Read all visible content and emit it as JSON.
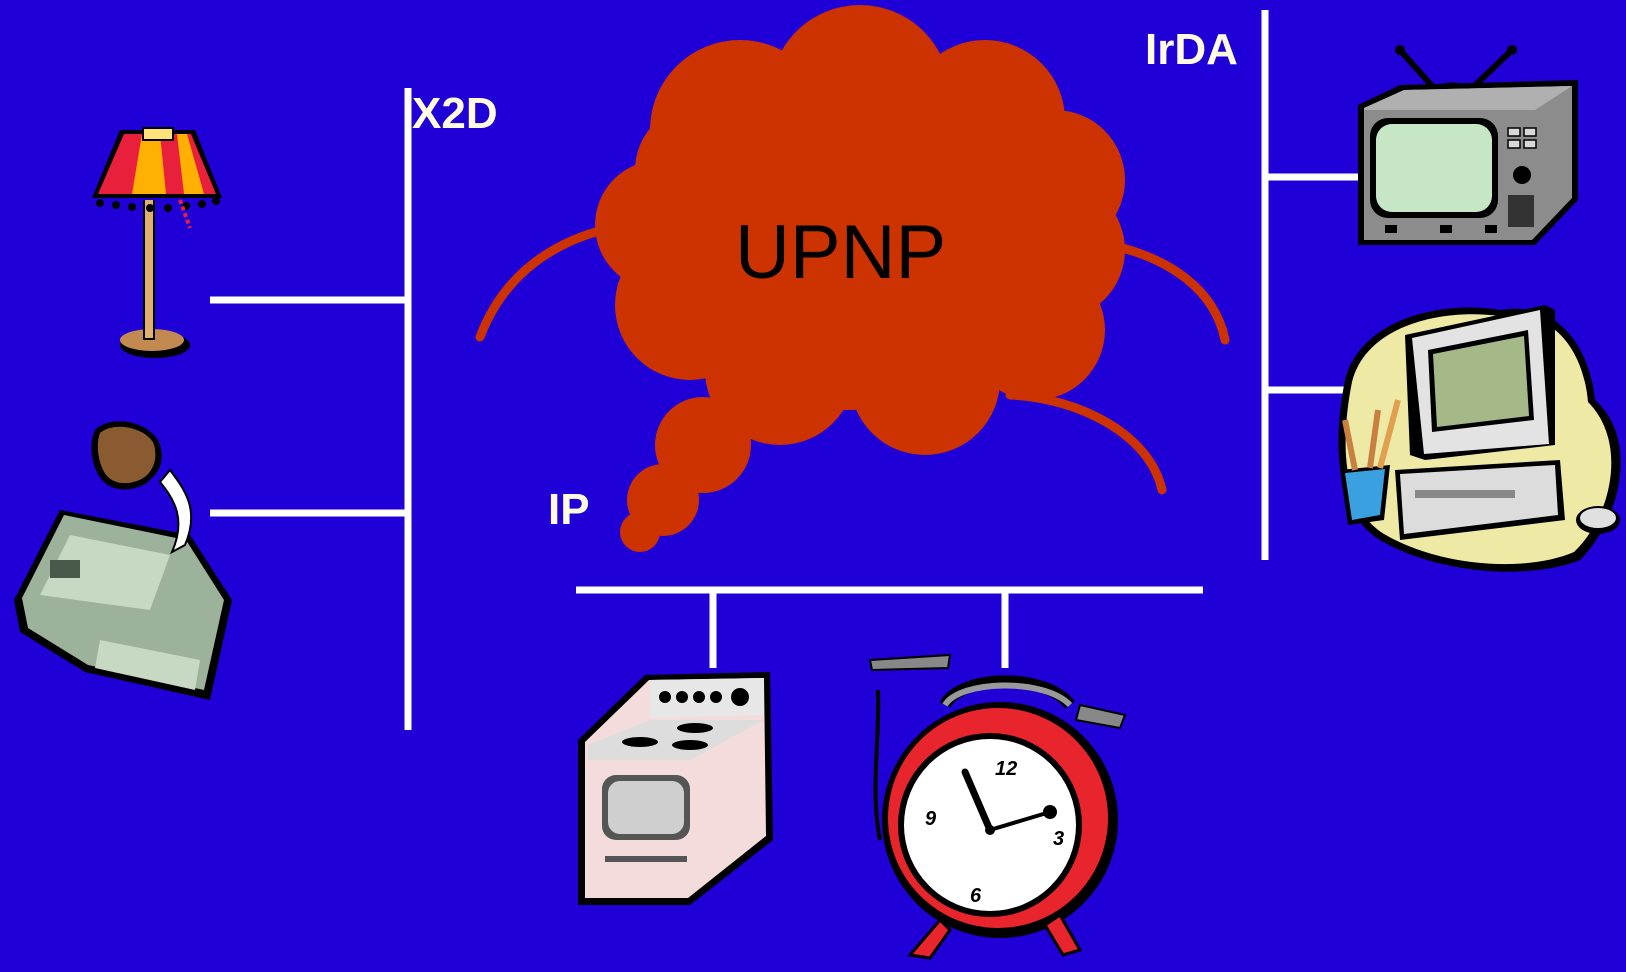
{
  "diagram": {
    "cloud_label": "UPNP",
    "networks": {
      "x2d": "X2D",
      "irda": "IrDA",
      "ip": "IP"
    },
    "devices": [
      "floor-lamp",
      "toaster",
      "television",
      "desktop-computer",
      "electric-stove",
      "alarm-clock"
    ]
  },
  "colors": {
    "background": "#1f00d6",
    "cloud": "#cc3300",
    "bus_lines": "#ffffff",
    "network_labels": "#fffbe0"
  },
  "icons": {
    "lamp": "floor-lamp-icon",
    "toaster": "toaster-icon",
    "tv": "television-icon",
    "computer": "desktop-computer-icon",
    "stove": "stove-icon",
    "clock": "alarm-clock-icon"
  }
}
